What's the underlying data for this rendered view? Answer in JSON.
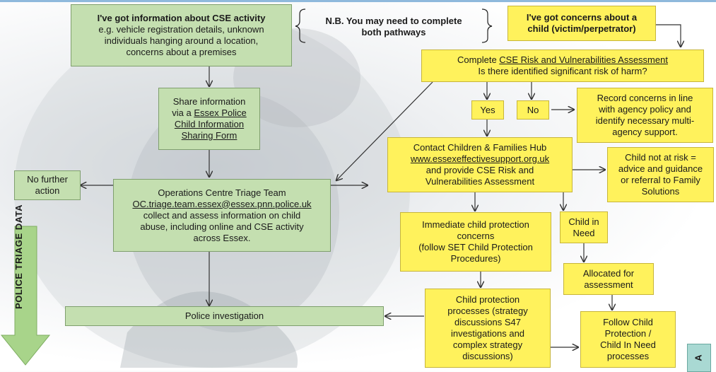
{
  "colors": {
    "green_box": "#c4dfb0",
    "yellow_box": "#fff25c",
    "arrow_green": "#a8d48a",
    "teal_box": "#a9d9d3"
  },
  "boxes": {
    "cse_info": {
      "title": "I've got information about CSE activity",
      "body1": "e.g. vehicle registration details, unknown",
      "body2": "individuals hanging around a location,",
      "body3": "concerns about a premises"
    },
    "nb_note": {
      "line1": "N.B. You may need to complete",
      "line2": "both pathways"
    },
    "child_concerns": {
      "line1": "I've got concerns about a",
      "line2": "child (victim/perpetrator)"
    },
    "complete_assessment": {
      "prefix": "Complete ",
      "link": "CSE Risk and Vulnerabilities Assessment",
      "question": "Is there identified significant risk of harm?"
    },
    "share_info": {
      "line1": "Share information",
      "line2_prefix": "via a ",
      "line2_link": "Essex Police",
      "line3_link": "Child Information",
      "line4_link": "Sharing Form"
    },
    "yes": "Yes",
    "no": "No",
    "record_concerns": {
      "line1": "Record concerns in line",
      "line2": "with agency policy and",
      "line3": "identify necessary multi-",
      "line4": "agency support."
    },
    "contact_hub": {
      "line1": "Contact Children & Families Hub",
      "link": "www.essexeffectivesupport.org.uk",
      "line3": "and provide CSE Risk and",
      "line4": "Vulnerabilities Assessment"
    },
    "child_not_at_risk": {
      "line1": "Child not at risk =",
      "line2": "advice and guidance",
      "line3": "or referral to Family",
      "line4": "Solutions"
    },
    "no_further_action": {
      "line1": "No further",
      "line2": "action"
    },
    "ops_centre": {
      "line1": "Operations Centre Triage Team",
      "link": "OC.triage.team.essex@essex.pnn.police.uk",
      "line3": "collect and assess information on child",
      "line4": "abuse, including online and CSE activity",
      "line5": "across Essex."
    },
    "immediate_cp": {
      "line1": "Immediate child protection",
      "line2": "concerns",
      "line3": "(follow SET Child Protection",
      "line4": "Procedures)"
    },
    "child_in_need": {
      "line1": "Child in",
      "line2": "Need"
    },
    "allocated": {
      "line1": "Allocated for",
      "line2": "assessment"
    },
    "police_investigation": "Police investigation",
    "cp_processes": {
      "line1": "Child protection",
      "line2": "processes (strategy",
      "line3": "discussions S47",
      "line4": "investigations and",
      "line5": "complex strategy",
      "line6": "discussions)"
    },
    "follow_cp": {
      "line1": "Follow Child",
      "line2": "Protection /",
      "line3": "Child In Need",
      "line4": "processes"
    },
    "police_triage_data": "POLICE TRIAGE DATA",
    "corner_letter": "A"
  }
}
